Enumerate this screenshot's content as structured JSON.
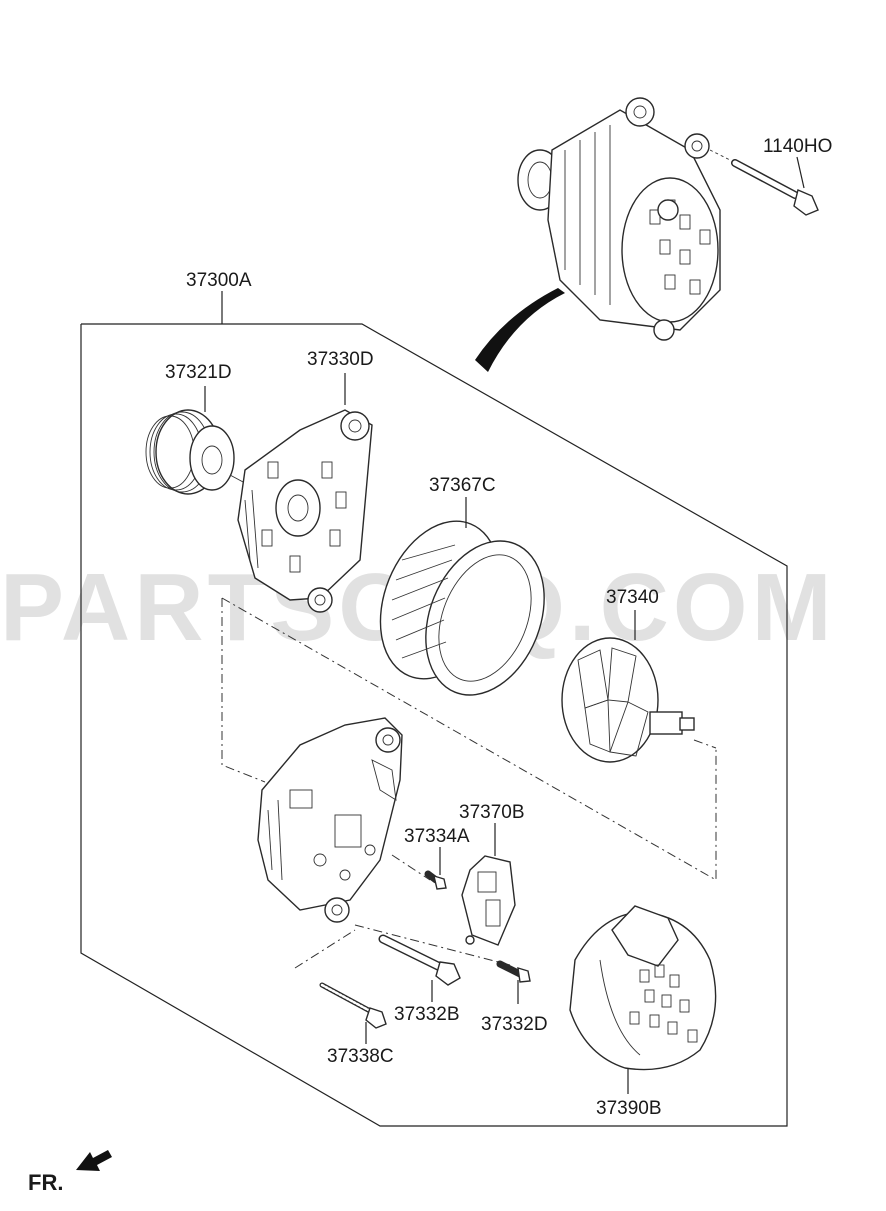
{
  "watermark": "PARTSOUQ.COM",
  "orientation_label": "FR.",
  "parts": [
    {
      "id": "1140HO"
    },
    {
      "id": "37300A"
    },
    {
      "id": "37321D"
    },
    {
      "id": "37330D"
    },
    {
      "id": "37367C"
    },
    {
      "id": "37340"
    },
    {
      "id": "37370B"
    },
    {
      "id": "37334A"
    },
    {
      "id": "37332B"
    },
    {
      "id": "37332D"
    },
    {
      "id": "37338C"
    },
    {
      "id": "37390B"
    }
  ],
  "icons": [
    "alternator-assembly-icon",
    "pulley-icon",
    "front-bracket-icon",
    "stator-icon",
    "rotor-icon",
    "rear-bracket-icon",
    "regulator-icon",
    "bolt-icon",
    "rear-cover-icon",
    "front-arrow-icon"
  ]
}
